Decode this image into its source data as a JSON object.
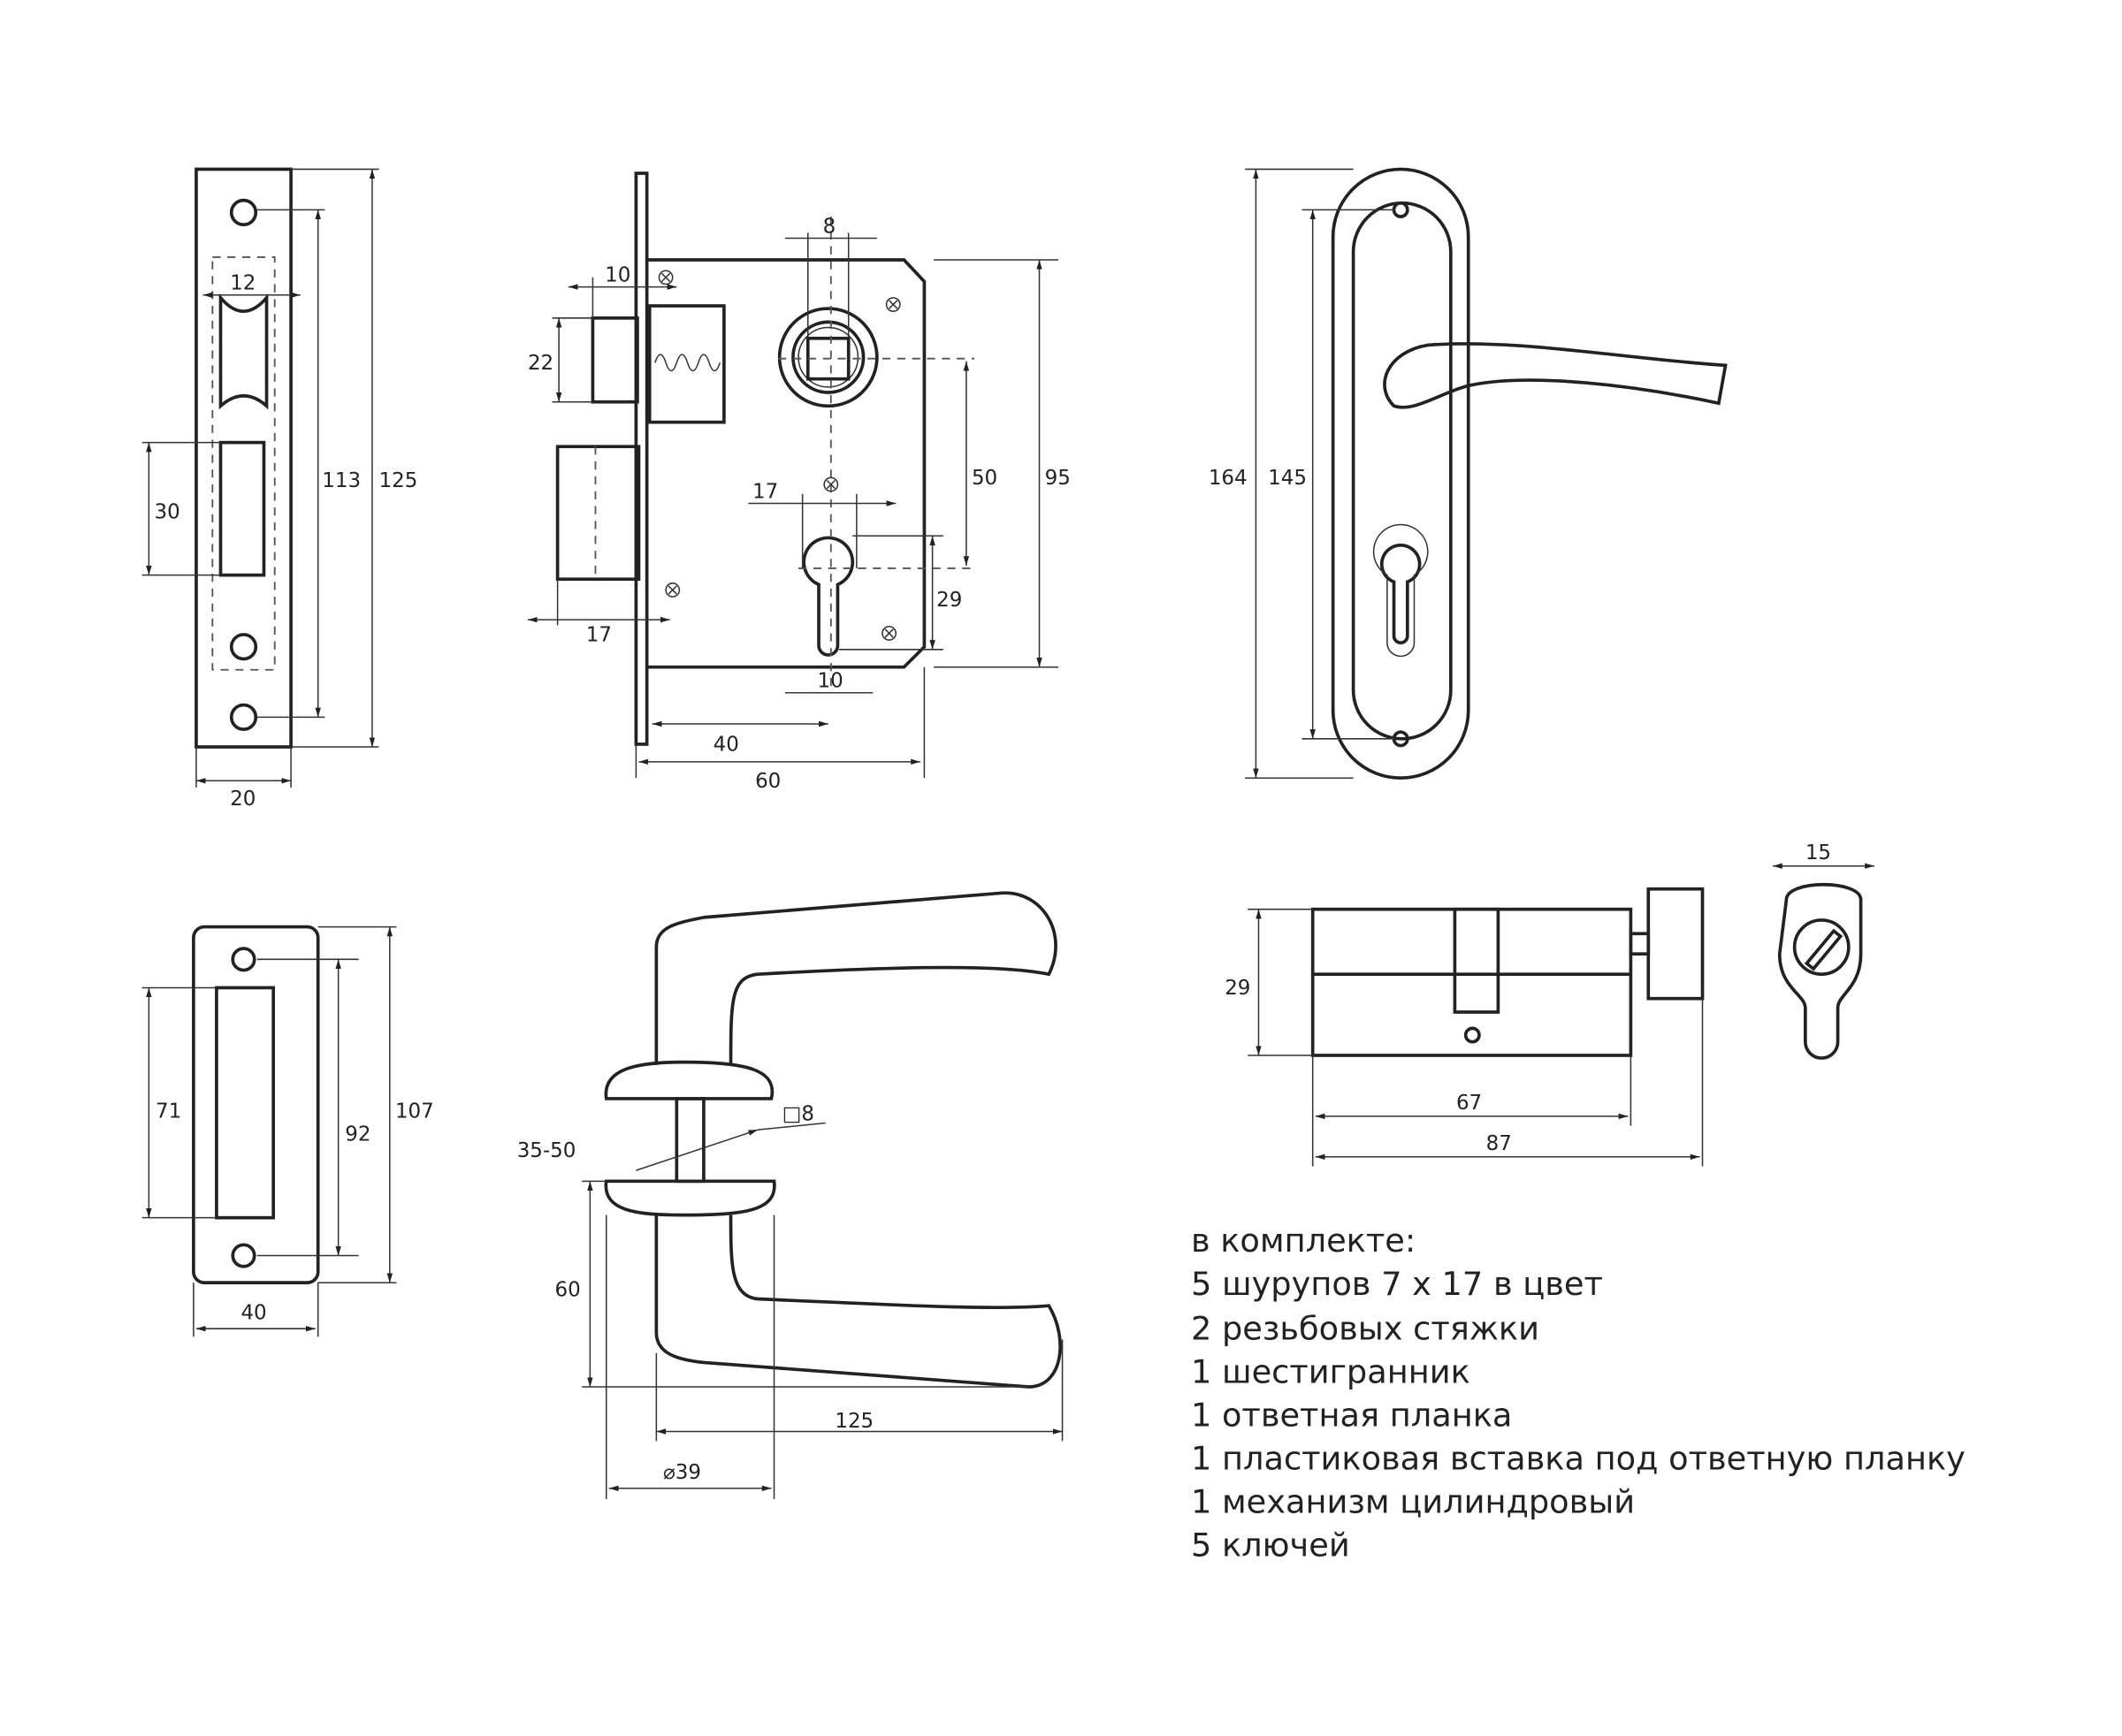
{
  "faceplate": {
    "dims": {
      "width_top": "12",
      "inner_height": "113",
      "total_height": "125",
      "latch_height": "30",
      "width": "20"
    }
  },
  "lock_body": {
    "dims": {
      "spindle": "8",
      "latch_proj": "10",
      "latch_h": "22",
      "bolt_proj": "17",
      "cyl_width": "17",
      "center_dist": "50",
      "height": "95",
      "cyl_height": "29",
      "cyl_slot": "10",
      "backset": "40",
      "depth": "60"
    }
  },
  "handle_plate": {
    "dims": {
      "total_height": "164",
      "hole_spacing": "145"
    }
  },
  "strike_plate": {
    "dims": {
      "slot_height": "71",
      "hole_spacing": "92",
      "height": "107",
      "width": "40"
    }
  },
  "handle_set": {
    "dims": {
      "door_thickness": "35-50",
      "spindle": "□8",
      "height": "60",
      "length": "125",
      "rosette": "⌀39"
    }
  },
  "cylinder": {
    "dims": {
      "height": "29",
      "body_length": "67",
      "total_length": "87",
      "width": "15"
    }
  },
  "kit": {
    "title": "в комплекте:",
    "items": [
      "5 шурупов 7 х 17 в цвет",
      "2 резьбовых стяжки",
      "1 шестигранник",
      "1 ответная планка",
      "1 пластиковая вставка под ответную планку",
      "1 механизм цилиндровый",
      "5 ключей"
    ]
  }
}
